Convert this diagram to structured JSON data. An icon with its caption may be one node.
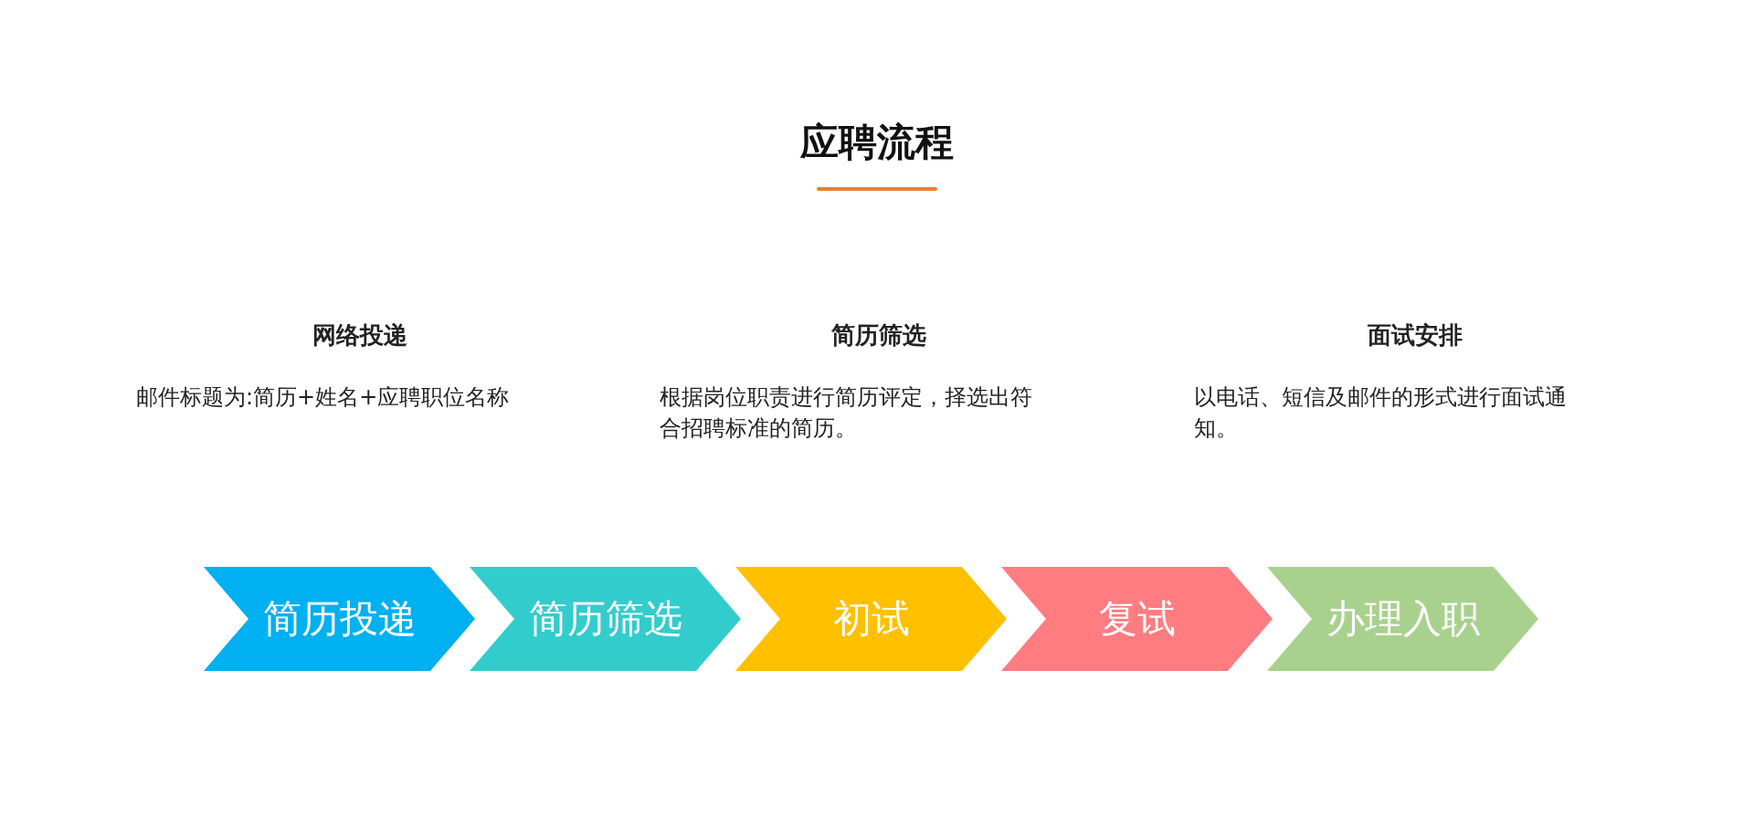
{
  "diagram": {
    "title": "应聘流程",
    "nodes": [
      {
        "text": [
          "简历投递"
        ]
      },
      {
        "text": [
          "简历筛选"
        ]
      },
      {
        "text": [
          "初试"
        ]
      },
      {
        "text": [
          "复试"
        ]
      },
      {
        "text": [
          "办理入职"
        ]
      }
    ],
    "labels": [
      "网络投递",
      "简历筛选",
      "面试安排",
      "邮件标题为:简历+姓名+应聘职位名称",
      "根据岗位职责进行简历评定，择选出符合招聘标准的简历。",
      "以电话、短信及邮件的形式进行面试通知。"
    ]
  }
}
